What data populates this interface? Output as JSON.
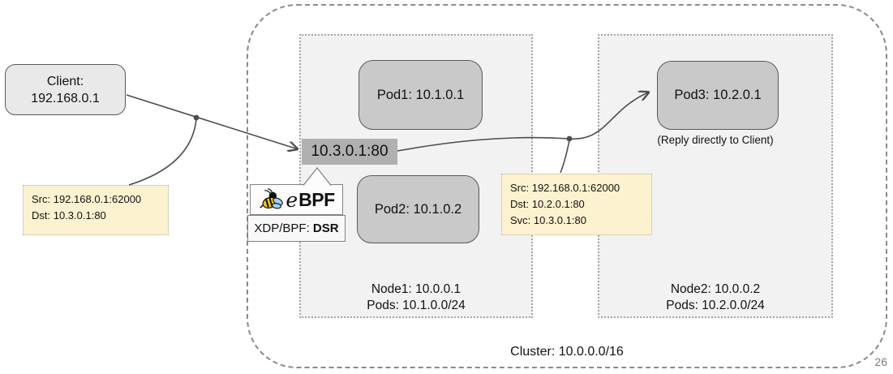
{
  "page": {
    "number": "26"
  },
  "client": {
    "line1": "Client:",
    "line2": "192.168.0.1"
  },
  "cluster": {
    "label": "Cluster: 10.0.0.0/16"
  },
  "nodes": [
    {
      "line1": "Node1: 10.0.0.1",
      "line2": "Pods: 10.1.0.0/24"
    },
    {
      "line1": "Node2: 10.0.0.2",
      "line2": "Pods: 10.2.0.0/24"
    }
  ],
  "pods": [
    {
      "label": "Pod1: 10.1.0.1"
    },
    {
      "label": "Pod2: 10.1.0.2"
    },
    {
      "label": "Pod3: 10.2.0.1",
      "note": "(Reply directly to Client)"
    }
  ],
  "vip": {
    "label": "10.3.0.1:80"
  },
  "ebpf": {
    "logo_e": "e",
    "logo_bpf": "BPF",
    "mode_prefix": "XDP/BPF: ",
    "mode": "DSR"
  },
  "notes": [
    {
      "lines": [
        "Src: 192.168.0.1:62000",
        "Dst: 10.3.0.1:80"
      ]
    },
    {
      "lines": [
        "Src: 192.168.0.1:62000",
        "Dst: 10.2.0.1:80",
        "Svc: 10.3.0.1:80"
      ]
    }
  ],
  "colors": {
    "pod_fill": "#c9c9c9",
    "node_fill": "#f2f2f2",
    "client_fill": "#e9e9e9",
    "vip_fill": "#b0b0b0",
    "note_fill": "#fdf2cf",
    "arrow": "#4d4d4d",
    "bee_yellow": "#f5c518",
    "bee_wing_blue": "#9fd5ee"
  }
}
